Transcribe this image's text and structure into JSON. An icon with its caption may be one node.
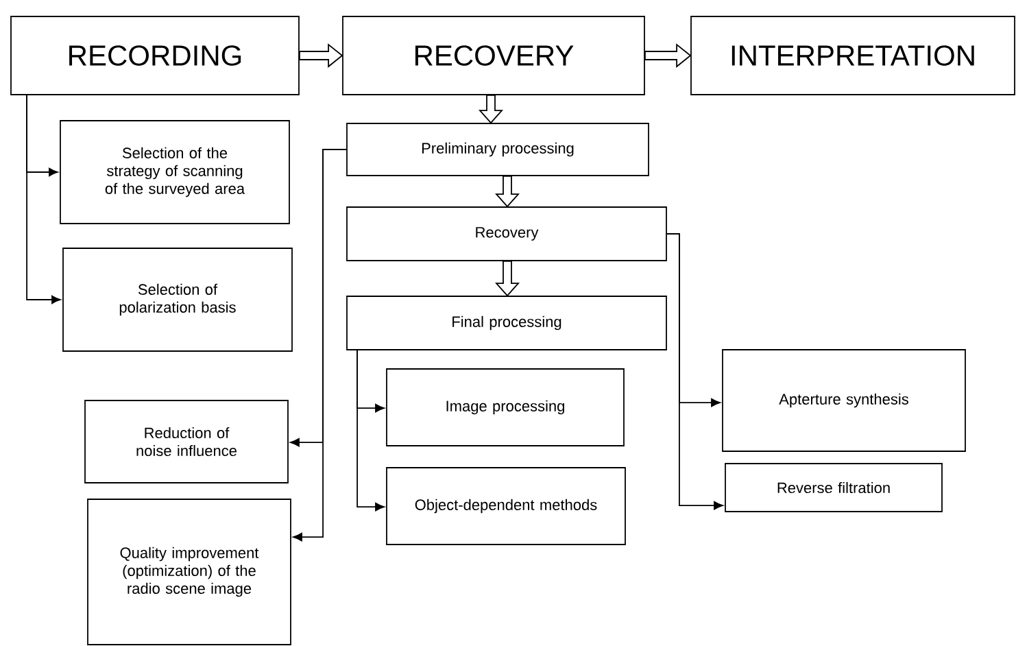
{
  "diagram": {
    "nodes": [
      {
        "text": [
          "RECORDING"
        ]
      },
      {
        "text": [
          "RECOVERY"
        ]
      },
      {
        "text": [
          "INTERPRETATION"
        ]
      },
      {
        "text": [
          "Selection of the strategy of scanning of the surveyed area"
        ]
      },
      {
        "text": [
          "Selection of polarization basis"
        ]
      },
      {
        "text": [
          "Preliminary processing"
        ]
      },
      {
        "text": [
          "Recovery"
        ]
      },
      {
        "text": [
          "Final processing"
        ]
      },
      {
        "text": [
          "Image processing"
        ]
      },
      {
        "text": [
          "Object-dependent methods"
        ]
      },
      {
        "text": [
          "Apterture synthesis"
        ]
      },
      {
        "text": [
          "Reverse filtration"
        ]
      },
      {
        "text": [
          "Reduction of noise influence"
        ]
      },
      {
        "text": [
          "Quality improvement (optimization) of the radio scene image"
        ]
      }
    ],
    "edges": [
      {
        "from": 0,
        "to": 1,
        "arrow": "to",
        "style": "thick"
      },
      {
        "from": 1,
        "to": 2,
        "arrow": "to",
        "style": "thick"
      },
      {
        "from": 1,
        "to": 5,
        "arrow": "to",
        "style": "thick"
      },
      {
        "from": 5,
        "to": 6,
        "arrow": "to",
        "style": "thick"
      },
      {
        "from": 6,
        "to": 7,
        "arrow": "to",
        "style": "thick"
      },
      {
        "from": 0,
        "to": 3,
        "arrow": "to"
      },
      {
        "from": 0,
        "to": 4,
        "arrow": "to"
      },
      {
        "from": 5,
        "to": 12,
        "arrow": "to"
      },
      {
        "from": 5,
        "to": 13,
        "arrow": "to"
      },
      {
        "from": 7,
        "to": 8,
        "arrow": "to"
      },
      {
        "from": 7,
        "to": 9,
        "arrow": "to"
      },
      {
        "from": 6,
        "to": 10,
        "arrow": "to"
      },
      {
        "from": 6,
        "to": 11,
        "arrow": "to"
      }
    ]
  }
}
